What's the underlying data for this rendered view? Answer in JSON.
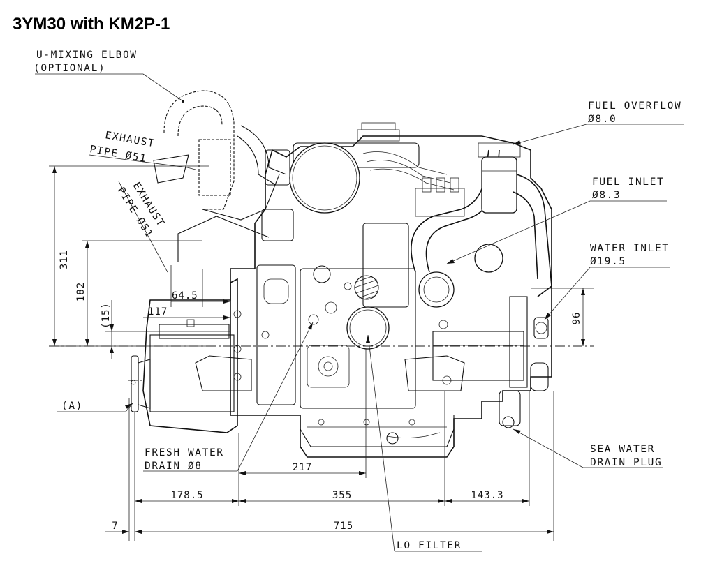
{
  "title": "3YM30 with KM2P-1",
  "labels": {
    "u_mixing_elbow_1": "U-MIXING ELBOW",
    "u_mixing_elbow_2": "(OPTIONAL)",
    "exhaust_pipe_a_1": "EXHAUST",
    "exhaust_pipe_a_2": "PIPE Ø51",
    "exhaust_pipe_b_1": "EXHAUST",
    "exhaust_pipe_b_2": "PIPE Ø51",
    "fuel_overflow_1": "FUEL OVERFLOW",
    "fuel_overflow_2": "Ø8.0",
    "fuel_inlet_1": "FUEL INLET",
    "fuel_inlet_2": "Ø8.3",
    "water_inlet_1": "WATER INLET",
    "water_inlet_2": "Ø19.5",
    "fresh_water_drain_1": "FRESH WATER",
    "fresh_water_drain_2": "DRAIN Ø8",
    "sea_water_drain_1": "SEA WATER",
    "sea_water_drain_2": "DRAIN PLUG",
    "lo_filter": "LO FILTER",
    "ref_a": "(A)"
  },
  "dimensions": {
    "d311": "311",
    "d182": "182",
    "d15": "(15)",
    "d64_5": "64.5",
    "d117": "117",
    "d96": "96",
    "d217": "217",
    "d178_5": "178.5",
    "d355": "355",
    "d143_3": "143.3",
    "d7": "7",
    "d715": "715"
  }
}
